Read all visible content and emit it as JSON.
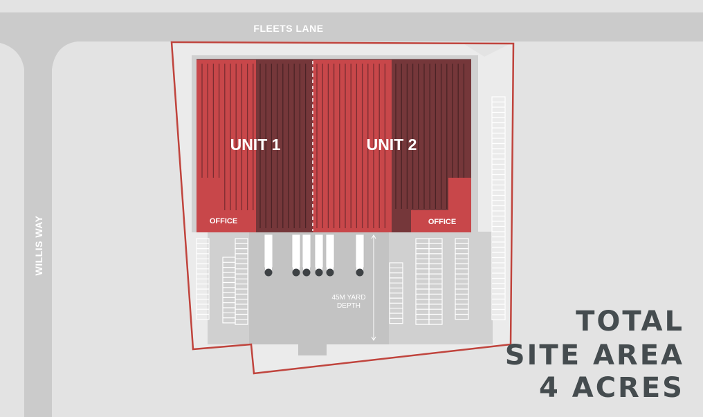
{
  "roads": {
    "top": "FLEETS LANE",
    "left": "WILLIS WAY"
  },
  "units": [
    {
      "label": "UNIT 1",
      "office": "OFFICE"
    },
    {
      "label": "UNIT 2",
      "office": "OFFICE"
    }
  ],
  "yard": {
    "line1": "45M YARD",
    "line2": "DEPTH"
  },
  "site_area": {
    "line1": "TOTAL",
    "line2": "SITE AREA",
    "line3": "4 ACRES"
  },
  "colors": {
    "background": "#e3e3e3",
    "road": "#cbcbcb",
    "site": "#ebebeb",
    "yard": "#c5c5c5",
    "unit_light": "#c8474a",
    "unit_dark": "#75373a",
    "boundary": "#c0443d",
    "text_dark": "#454c4f"
  }
}
